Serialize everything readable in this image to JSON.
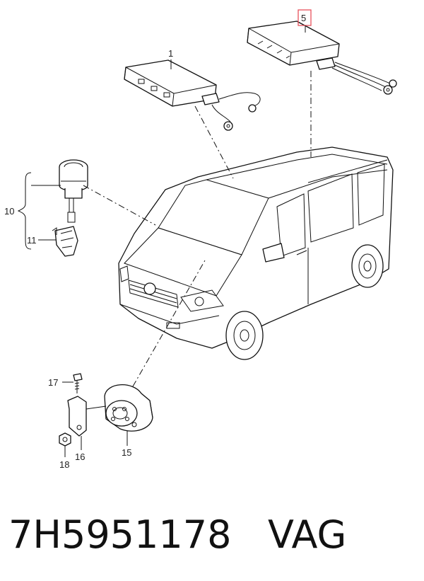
{
  "diagram": {
    "callouts": [
      {
        "id": "1",
        "text": "1"
      },
      {
        "id": "5",
        "text": "5"
      },
      {
        "id": "10",
        "text": "10"
      },
      {
        "id": "11",
        "text": "11"
      },
      {
        "id": "15",
        "text": "15"
      },
      {
        "id": "16",
        "text": "16"
      },
      {
        "id": "17",
        "text": "17"
      },
      {
        "id": "18",
        "text": "18"
      }
    ],
    "highlight_color": "#e8515c"
  },
  "caption": {
    "part_number": "7H5951178",
    "brand": "VAG"
  }
}
